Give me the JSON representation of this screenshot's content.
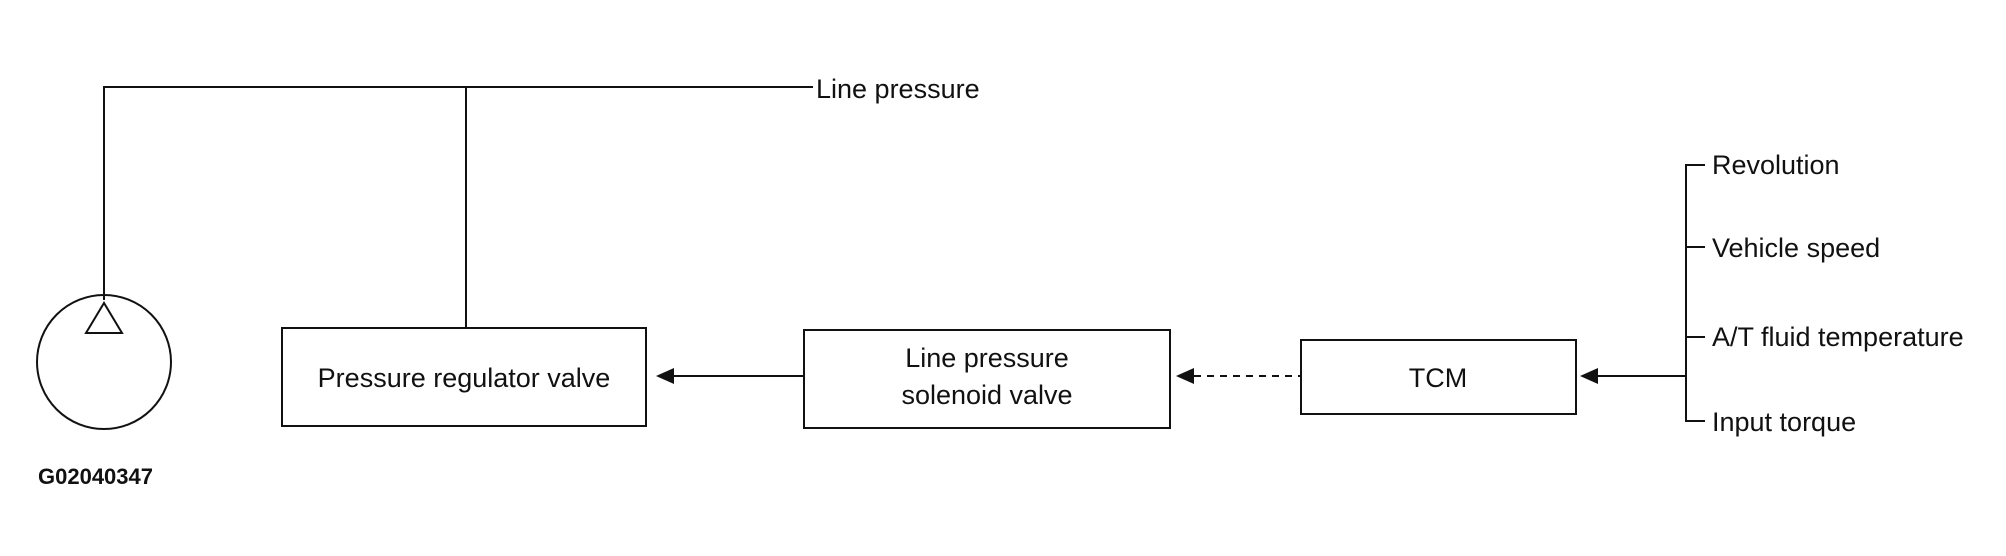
{
  "diagram": {
    "line_pressure_label": "Line pressure",
    "regulator_label": "Pressure regulator valve",
    "solenoid_label_line1": "Line pressure",
    "solenoid_label_line2": "solenoid valve",
    "tcm_label": "TCM",
    "inputs": [
      "Revolution",
      "Vehicle speed",
      "A/T fluid temperature",
      "Input torque"
    ],
    "figure_code": "G02040347",
    "icons": {
      "pump": "oil-pump-icon"
    }
  }
}
